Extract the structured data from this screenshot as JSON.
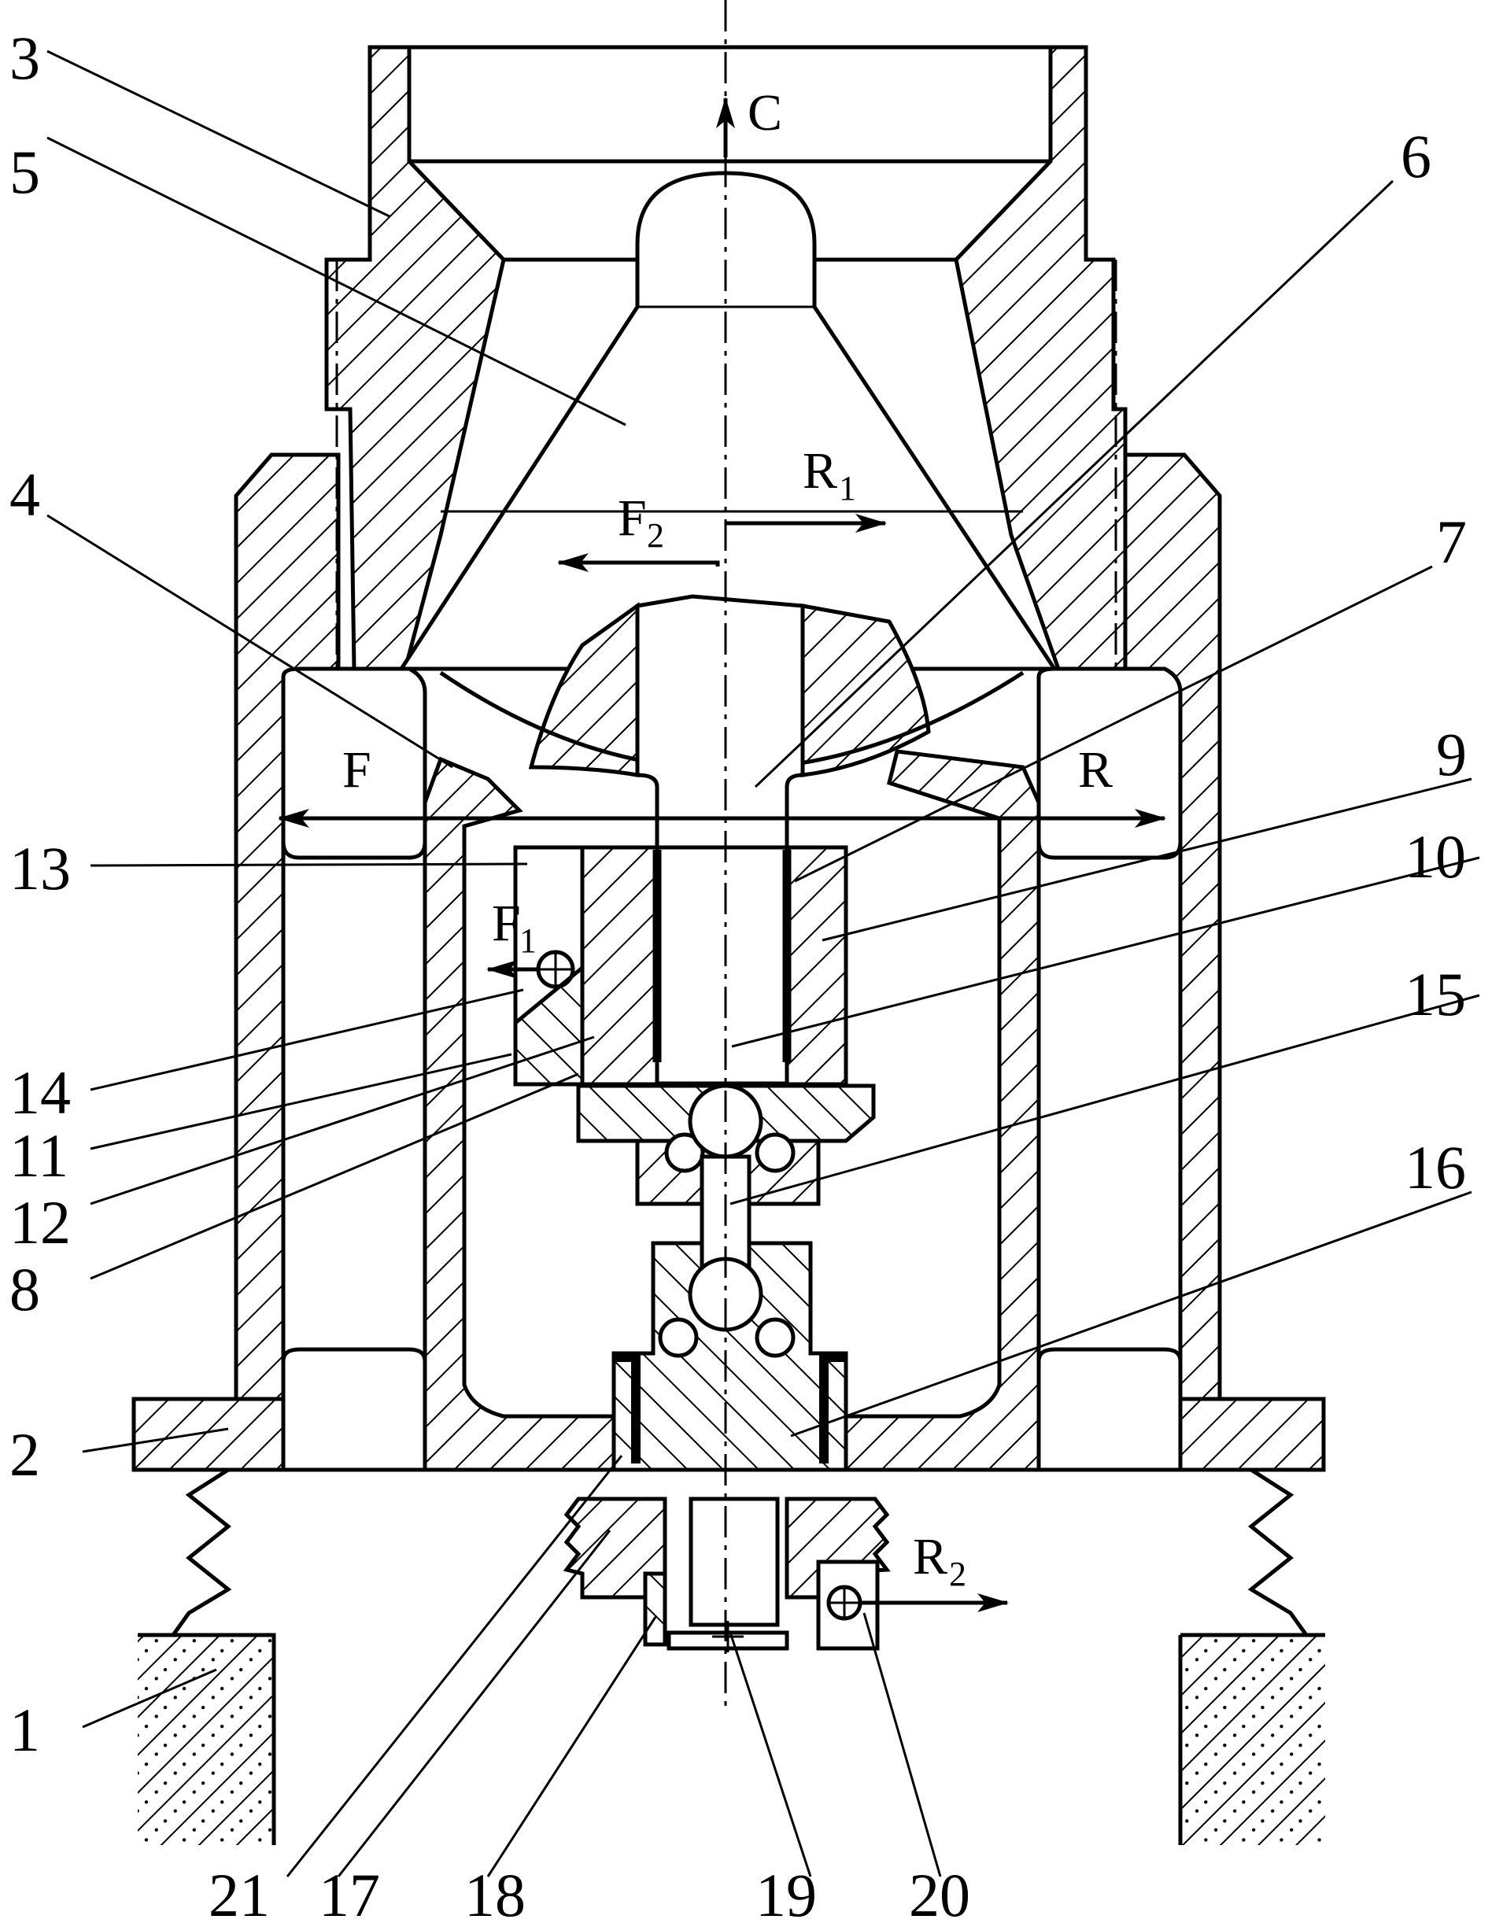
{
  "labels": {
    "n1": "1",
    "n2": "2",
    "n3": "3",
    "n4": "4",
    "n5": "5",
    "n6": "6",
    "n7": "7",
    "n8": "8",
    "n9": "9",
    "n10": "10",
    "n11": "11",
    "n12": "12",
    "n13": "13",
    "n14": "14",
    "n15": "15",
    "n16": "16",
    "n17": "17",
    "n18": "18",
    "n19": "19",
    "n20": "20",
    "n21": "21"
  },
  "forces": {
    "C": "C",
    "F": "F",
    "R": "R",
    "F1_main": "F",
    "F1_sub": "1",
    "F2_main": "F",
    "F2_sub": "2",
    "R1_main": "R",
    "R1_sub": "1",
    "R2_main": "R",
    "R2_sub": "2"
  }
}
